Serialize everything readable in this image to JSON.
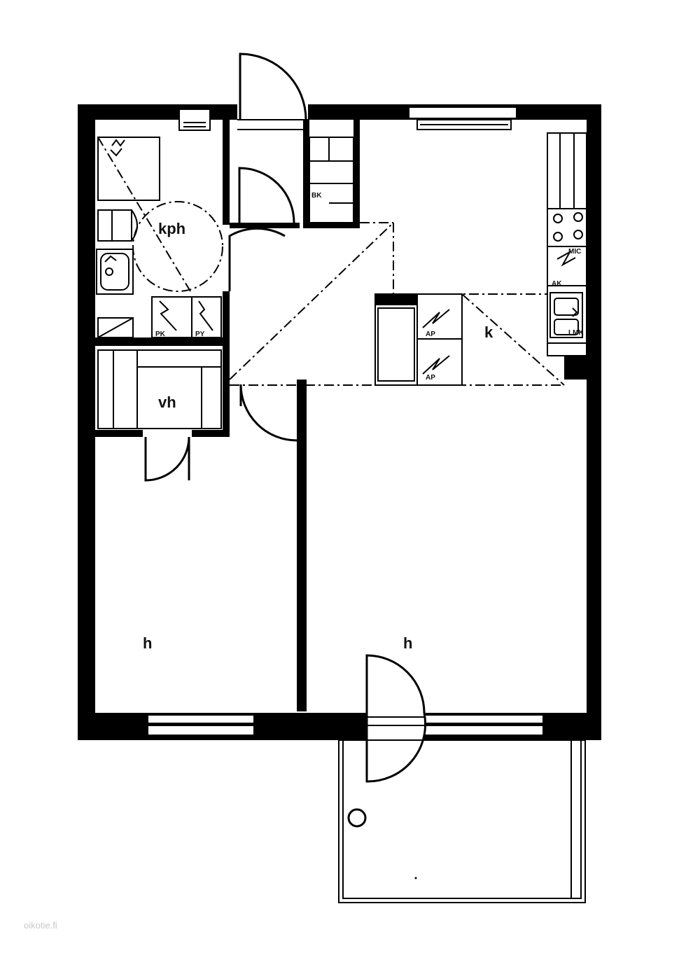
{
  "rooms": {
    "bathroom": "kph",
    "hallway": "vh",
    "kitchen": "k",
    "bedroom": "h",
    "living_room": "h"
  },
  "fixtures": {
    "cabinet_bk": "BK",
    "pk": "PK",
    "py": "PY",
    "ap": "AP",
    "mic": "MIC",
    "ak": "AK",
    "lmk": "LMK",
    "ap2": "AP"
  },
  "watermark": "oikotie.fi"
}
